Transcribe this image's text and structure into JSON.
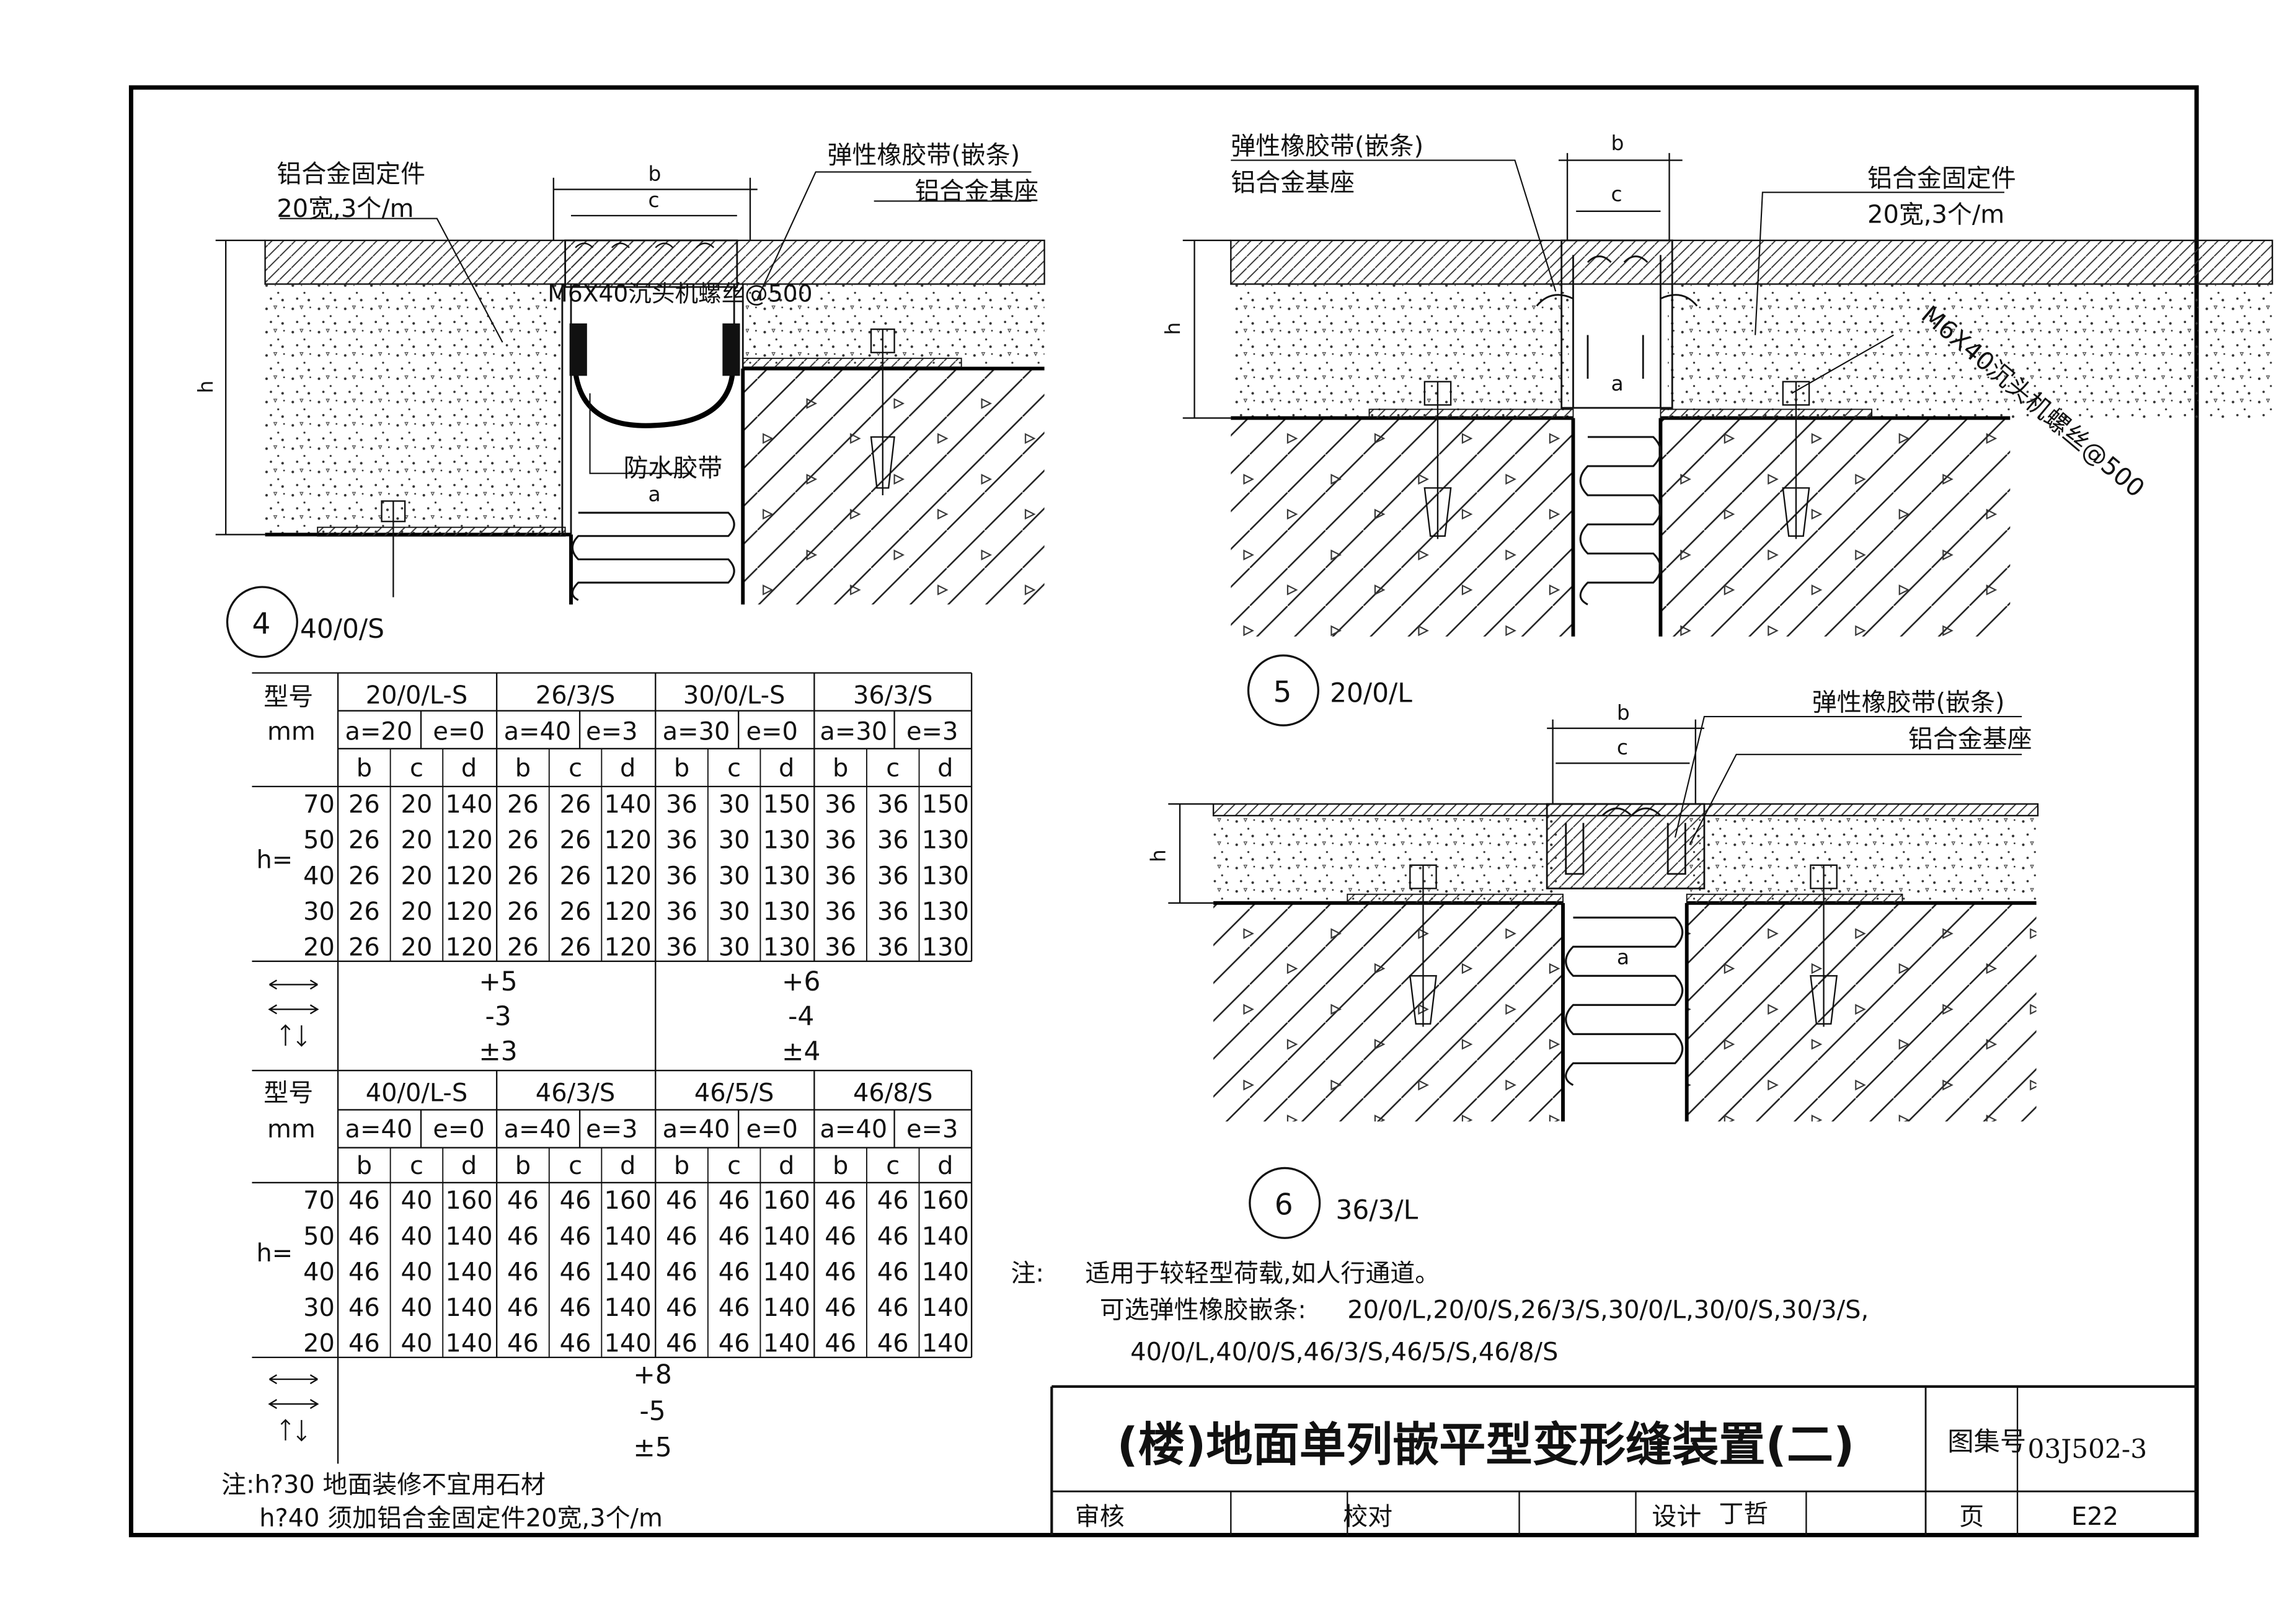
{
  "detail4": {
    "label_fixing": "铝合金固定件",
    "label_fixing_spec": "20宽,3个/m",
    "label_rubber": "弹性橡胶带(嵌条)",
    "label_base": "铝合金基座",
    "label_screw": "M6X40沉头机螺丝@500",
    "label_waterproof": "防水胶带",
    "dim_b": "b",
    "dim_c": "c",
    "dim_a": "a",
    "dim_h": "h",
    "number": "4",
    "model": "40/0/S"
  },
  "detail5": {
    "label_rubber": "弹性橡胶带(嵌条)",
    "label_base": "铝合金基座",
    "label_fixing": "铝合金固定件",
    "label_fixing_spec": "20宽,3个/m",
    "label_screw": "M6X40沉头机螺丝@500",
    "dim_b": "b",
    "dim_c": "c",
    "dim_a": "a",
    "dim_h": "h",
    "number": "5",
    "model": "20/0/L"
  },
  "detail6": {
    "label_rubber": "弹性橡胶带(嵌条)",
    "label_base": "铝合金基座",
    "dim_b": "b",
    "dim_c": "c",
    "dim_a": "a",
    "dim_h": "h",
    "number": "6",
    "model": "36/3/L"
  },
  "table1": {
    "header_model": "型号",
    "header_mm": "mm",
    "models": [
      "20/0/L-S",
      "26/3/S",
      "30/0/L-S",
      "36/3/S"
    ],
    "params": [
      [
        "a=20",
        "e=0"
      ],
      [
        "a=40",
        "e=3"
      ],
      [
        "a=30",
        "e=0"
      ],
      [
        "a=30",
        "e=3"
      ]
    ],
    "subcols": [
      "b",
      "c",
      "d"
    ],
    "h_label": "h=",
    "h_values": [
      "70",
      "50",
      "40",
      "30",
      "20"
    ],
    "rows": [
      [
        "26",
        "20",
        "140",
        "26",
        "26",
        "140",
        "36",
        "30",
        "150",
        "36",
        "36",
        "150"
      ],
      [
        "26",
        "20",
        "120",
        "26",
        "26",
        "120",
        "36",
        "30",
        "130",
        "36",
        "36",
        "130"
      ],
      [
        "26",
        "20",
        "120",
        "26",
        "26",
        "120",
        "36",
        "30",
        "130",
        "36",
        "36",
        "130"
      ],
      [
        "26",
        "20",
        "120",
        "26",
        "26",
        "120",
        "36",
        "30",
        "130",
        "36",
        "36",
        "130"
      ],
      [
        "26",
        "20",
        "120",
        "26",
        "26",
        "120",
        "36",
        "30",
        "130",
        "36",
        "36",
        "130"
      ]
    ],
    "move_left": [
      "+5",
      "-3",
      "±3"
    ],
    "move_right": [
      "+6",
      "-4",
      "±4"
    ]
  },
  "table2": {
    "header_model": "型号",
    "header_mm": "mm",
    "models": [
      "40/0/L-S",
      "46/3/S",
      "46/5/S",
      "46/8/S"
    ],
    "params": [
      [
        "a=40",
        "e=0"
      ],
      [
        "a=40",
        "e=3"
      ],
      [
        "a=40",
        "e=0"
      ],
      [
        "a=40",
        "e=3"
      ]
    ],
    "subcols": [
      "b",
      "c",
      "d"
    ],
    "h_label": "h=",
    "h_values": [
      "70",
      "50",
      "40",
      "30",
      "20"
    ],
    "rows": [
      [
        "46",
        "40",
        "160",
        "46",
        "46",
        "160",
        "46",
        "46",
        "160",
        "46",
        "46",
        "160"
      ],
      [
        "46",
        "40",
        "140",
        "46",
        "46",
        "140",
        "46",
        "46",
        "140",
        "46",
        "46",
        "140"
      ],
      [
        "46",
        "40",
        "140",
        "46",
        "46",
        "140",
        "46",
        "46",
        "140",
        "46",
        "46",
        "140"
      ],
      [
        "46",
        "40",
        "140",
        "46",
        "46",
        "140",
        "46",
        "46",
        "140",
        "46",
        "46",
        "140"
      ],
      [
        "46",
        "40",
        "140",
        "46",
        "46",
        "140",
        "46",
        "46",
        "140",
        "46",
        "46",
        "140"
      ]
    ],
    "move": [
      "+8",
      "-5",
      "±5"
    ]
  },
  "table_note": {
    "line1": "注:h?30 地面装修不宜用石材",
    "line2": "h?40 须加铝合金固定件20宽,3个/m"
  },
  "notes": {
    "label": "注:",
    "line1": "适用于较轻型荷载,如人行通道。",
    "line2_prefix": "可选弹性橡胶嵌条:",
    "line2": "20/0/L,20/0/S,26/3/S,30/0/L,30/0/S,30/3/S,",
    "line3": "40/0/L,40/0/S,46/3/S,46/5/S,46/8/S"
  },
  "title_block": {
    "title": "(楼)地面单列嵌平型变形缝装置(二)",
    "atlas_label": "图集号",
    "atlas_no": "03J502-3",
    "review": "审核",
    "check": "校对",
    "design": "设计",
    "designer": "丁哲",
    "page_label": "页",
    "page_no": "E22"
  }
}
